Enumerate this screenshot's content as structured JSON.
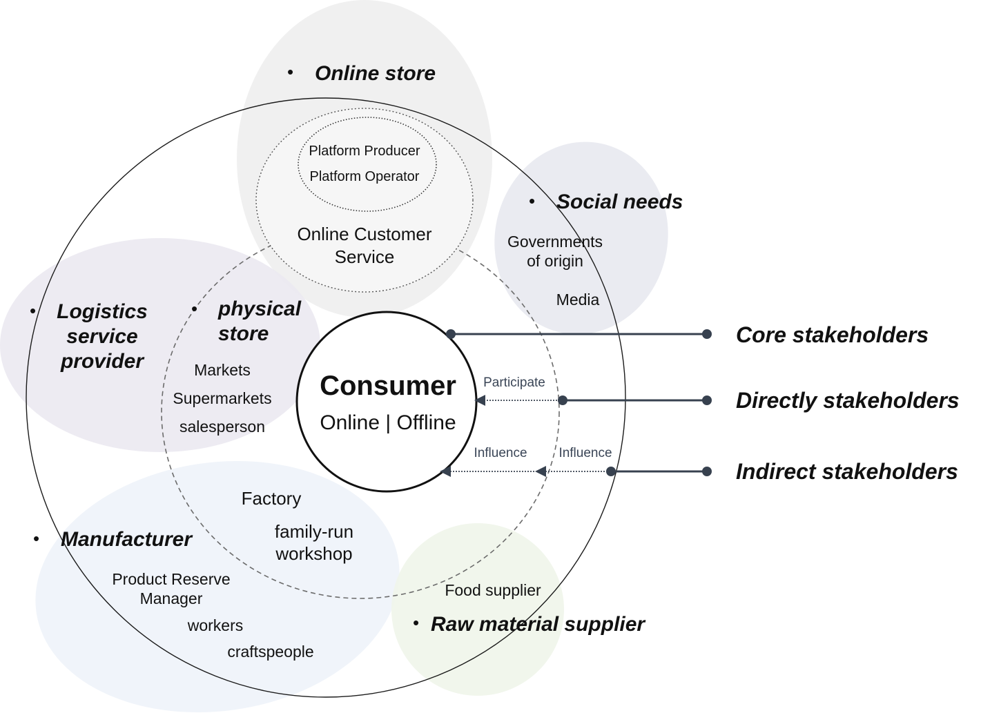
{
  "colors": {
    "online_store_blob": "#eeeeee",
    "social_needs_blob": "#e8e9f0",
    "logistics_blob": "#ebe9f1",
    "manufacturer_blob": "#eef3f9",
    "raw_material_blob": "#eff5ea",
    "connector": "#37414f",
    "outline": "#1a1a1a"
  },
  "groups": {
    "online_store": {
      "title": "Online store",
      "items": [
        "Platform Producer",
        "Platform Operator",
        "Online Customer",
        "Service"
      ]
    },
    "social_needs": {
      "title": "Social needs",
      "items": [
        "Governments",
        "of origin",
        "Media"
      ]
    },
    "logistics": {
      "title_lines": [
        "Logistics",
        "service",
        "provider"
      ]
    },
    "physical_store": {
      "title_lines": [
        "physical",
        "store"
      ],
      "items": [
        "Markets",
        "Supermarkets",
        "salesperson"
      ]
    },
    "factory": {
      "items": [
        "Factory",
        "family-run",
        "workshop"
      ]
    },
    "manufacturer": {
      "title": "Manufacturer",
      "items": [
        "Product Reserve",
        "Manager",
        "workers",
        "craftspeople"
      ]
    },
    "raw_material": {
      "title": "Raw material supplier",
      "items": [
        "Food supplier"
      ]
    }
  },
  "consumer": {
    "title": "Consumer",
    "subtitle": "Online | Offline"
  },
  "arrows": {
    "participate": "Participate",
    "influence_inner": "Influence",
    "influence_outer": "Influence"
  },
  "legend": {
    "core": "Core stakeholders",
    "direct": "Directly stakeholders",
    "indirect": "Indirect stakeholders"
  },
  "bullet": "•"
}
